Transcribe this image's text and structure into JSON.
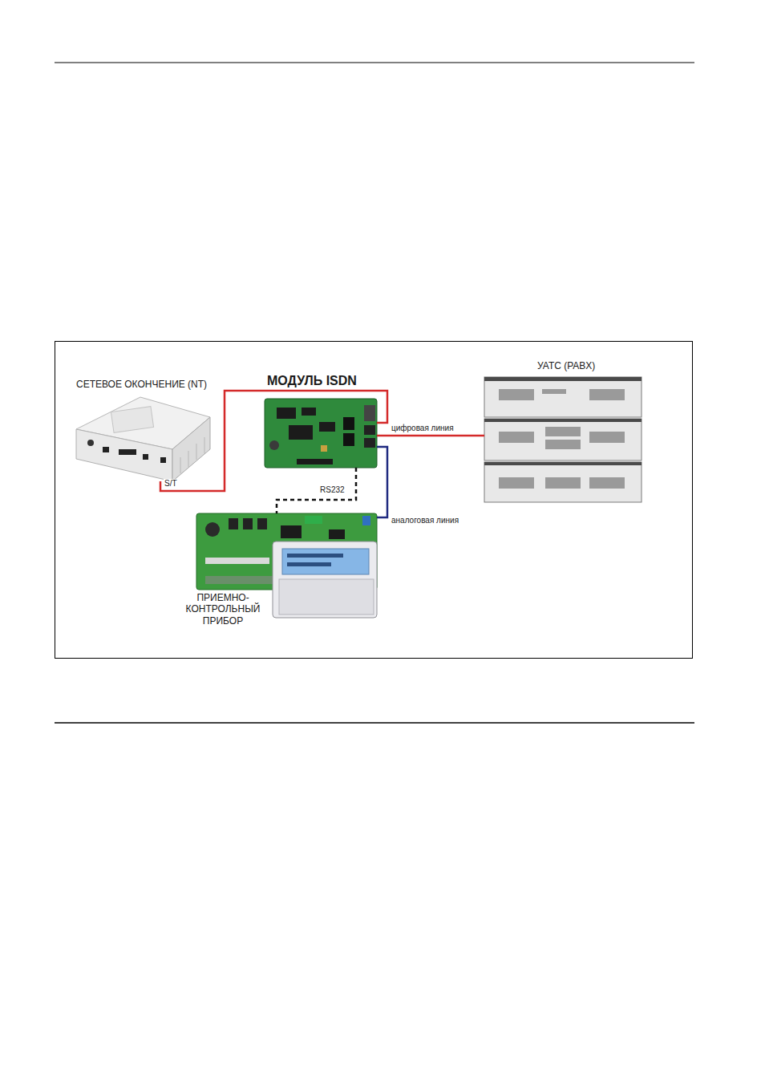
{
  "diagram": {
    "nodes": [
      {
        "text": [
          "СЕТЕВОЕ ОКОНЧЕНИЕ (NT)"
        ]
      },
      {
        "text": [
          "МОДУЛЬ ISDN"
        ]
      },
      {
        "text": [
          "УАТС (PABX)"
        ]
      },
      {
        "text": [
          "ПРИЕМНО- КОНТРОЛЬНЫЙ ПРИБОР"
        ]
      }
    ],
    "edges": [
      {
        "from": 0,
        "to": 1,
        "arrow": "none",
        "label": "S/T"
      },
      {
        "from": 1,
        "to": 2,
        "arrow": "none",
        "label": "цифровая линия"
      },
      {
        "from": 1,
        "to": 3,
        "arrow": "none",
        "label": "RS232"
      },
      {
        "from": 1,
        "to": 3,
        "arrow": "none",
        "label": "аналоговая линия"
      }
    ]
  }
}
